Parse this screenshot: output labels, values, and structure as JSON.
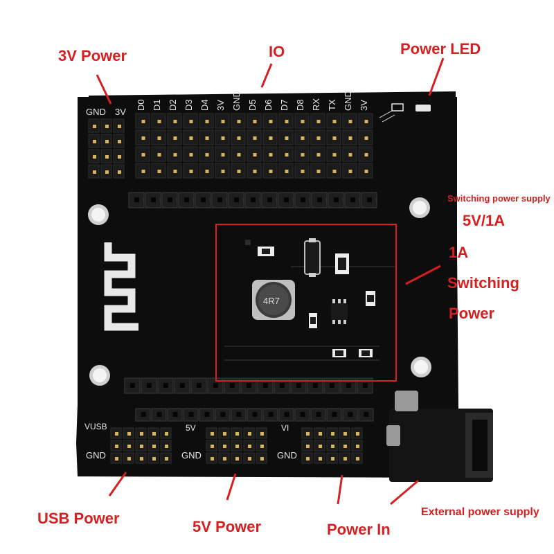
{
  "colors": {
    "board": "#0d0d0d",
    "silkscreen": "#e8e8e8",
    "callout": "#d42020",
    "pin": "#d8b45a",
    "header": "#1b1b1b"
  },
  "callouts": {
    "power_3v": "3V Power",
    "io": "IO",
    "power_led": "Power LED",
    "switching_supply": "Switching power supply",
    "rating": "5V/1A",
    "switching_1a": "1A",
    "switching_word": "Switching",
    "power_word": "Power",
    "usb_power": "USB Power",
    "power_5v": "5V Power",
    "power_in": "Power In",
    "external_supply": "External power supply"
  },
  "board_labels": {
    "gnd": "GND",
    "v3": "3V",
    "io_pins": [
      "D0",
      "D1",
      "D2",
      "D3",
      "D4",
      "3V",
      "GND",
      "D5",
      "D6",
      "D7",
      "D8",
      "RX",
      "TX",
      "GND",
      "3V"
    ],
    "vusb": "VUSB",
    "v5": "5V",
    "vi": "VI",
    "inductor": "4R7"
  }
}
